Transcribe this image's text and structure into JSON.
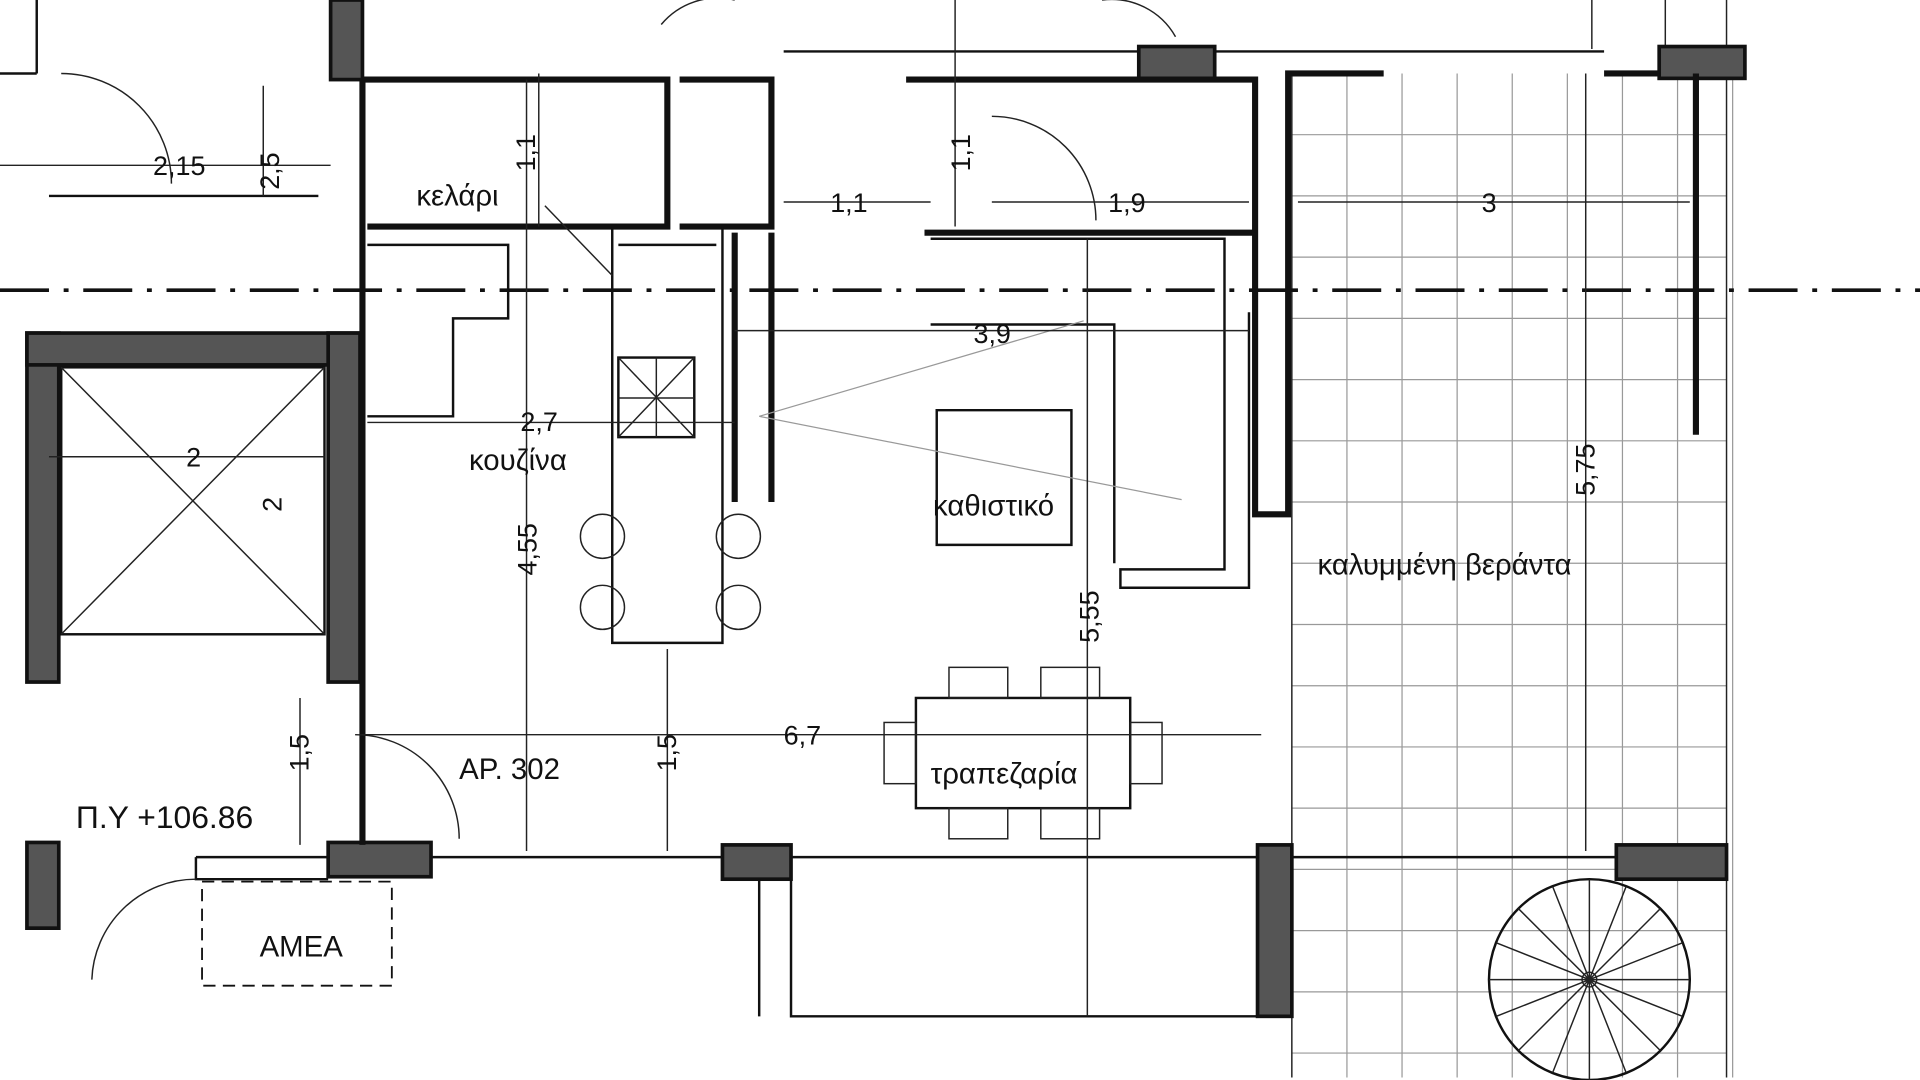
{
  "rooms": {
    "cellar": "κελάρι",
    "kitchen": "κουζίνα",
    "living": "καθιστικό",
    "dining": "τραπεζαρία",
    "veranda": "καλυμμένη βεράντα",
    "apartment": "ΑΡ. 302",
    "accessible": "ΑΜΕΑ",
    "level": "Π.Υ +106.86"
  },
  "dimensions": {
    "d_2_15": "2,15",
    "d_2_5": "2,5",
    "d_1_1a": "1,1",
    "d_1_1b": "1,1",
    "d_1_1c": "1,1",
    "d_1_9": "1,9",
    "d_3": "3",
    "d_3_9": "3,9",
    "d_2_7": "2,7",
    "d_2a": "2",
    "d_2b": "2",
    "d_4_55": "4,55",
    "d_5_55": "5,55",
    "d_5_75": "5,75",
    "d_1_5a": "1,5",
    "d_1_5b": "1,5",
    "d_6_7": "6,7"
  }
}
